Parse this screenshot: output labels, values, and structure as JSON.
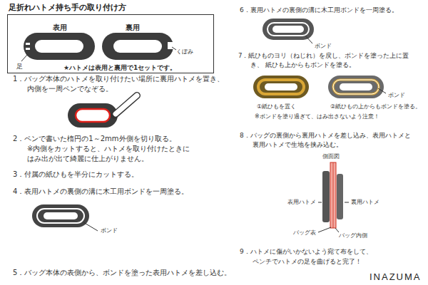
{
  "diagram": {
    "title": "足折れハトメ持ち手の取り付け方",
    "nodes": [
      {
        "text": [
          "表用",
          "裏用",
          "足",
          "くぼみ",
          "★ハトメは表用と裏用で1セットです。"
        ]
      }
    ],
    "labels": [
      "1．バッグ本体のハトメを取り付けたい場所に裏用ハトメを置き、 内側を一周ペンでなぞる。",
      "2．ペンで書いた楕円の1～2mm外側を切り取る。",
      "※内側をカットすると、ハトメを取り付けたときに はみ出が出て綺麗に仕上がりません。",
      "3．付属の紙ひもを半分にカットする。",
      "4．表用ハトメの裏側の溝に木工用ボンドを一周塗る。",
      "ボンド",
      "5．バッグ本体の表側から、ボンドを塗った表用ハトメを差し込む。",
      "6．裏用ハトメの裏側の溝に木工用ボンドを一周塗る。",
      "ボンド",
      "7．紙ひものヨリ（ねじれ）を戻し、ボンドを塗った上に置き、 紙ひも上からもボンドを塗る。",
      "ボンド",
      "①紙ひもを置く",
      "②紙ひもの上からもボンドを塗る。",
      "※ボンドを塗り過ぎて、はみ出さないよう注意！",
      "8．バッグの裏側から裏用ハトメを差し込み、表用ハトメと 裏用ハトメで生地を挟み込む。",
      "側面図",
      "表用ハトメ",
      "裏用ハトメ",
      "バッグ表",
      "バッグ内側",
      "9．ハトメに傷がいかないよう宛て布をして、 ペンチでハトメの足を曲げると完了！",
      "INAZUMA"
    ]
  }
}
